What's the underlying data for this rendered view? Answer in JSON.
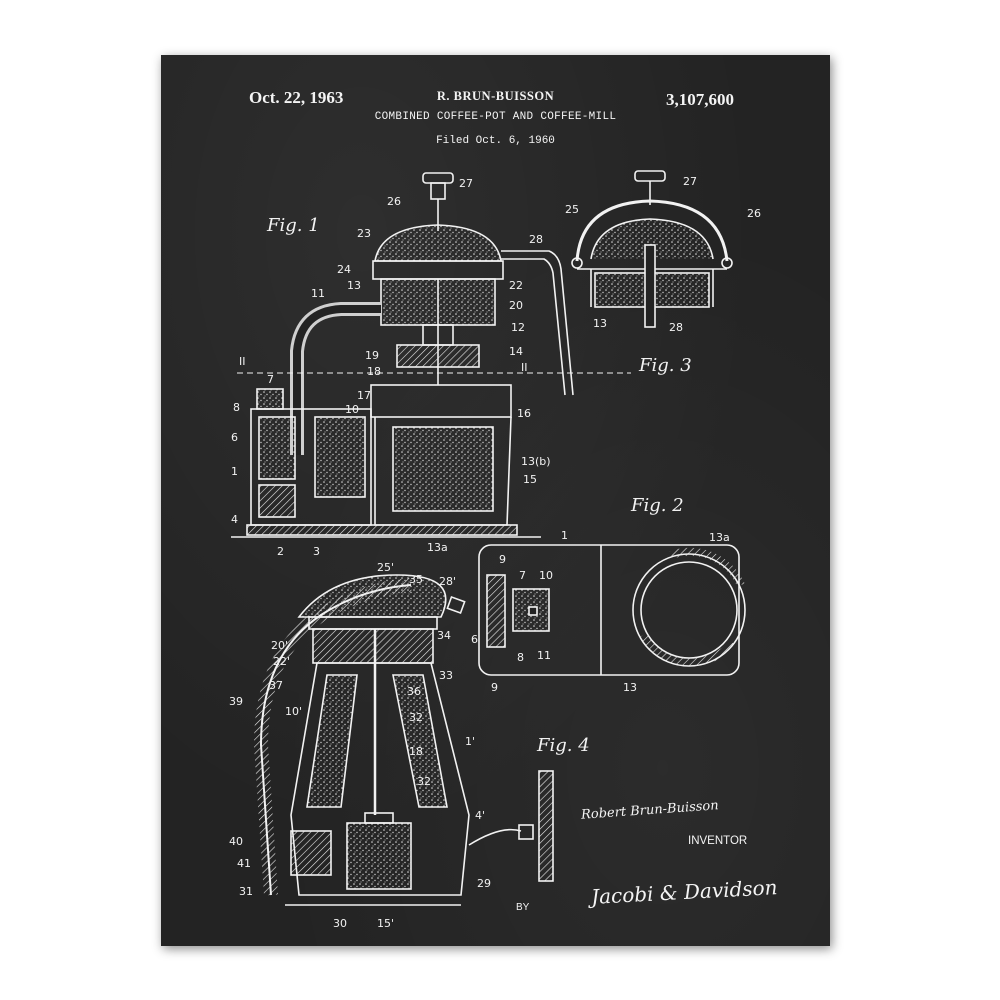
{
  "header": {
    "date": "Oct. 22, 1963",
    "inventor": "R. BRUN-BUISSON",
    "patent_number": "3,107,600",
    "title": "COMBINED COFFEE-POT AND COFFEE-MILL",
    "filed": "Filed Oct. 6, 1960"
  },
  "figures": {
    "fig1": "Fig. 1",
    "fig2": "Fig. 2",
    "fig3": "Fig. 3",
    "fig4": "Fig. 4"
  },
  "labels": {
    "fig1": [
      "27",
      "26",
      "23",
      "28",
      "24",
      "13",
      "22",
      "20",
      "11",
      "12",
      "14",
      "19",
      "18",
      "II",
      "7",
      "II",
      "8",
      "17",
      "10",
      "16",
      "6",
      "13(b)",
      "1",
      "15",
      "4",
      "2",
      "3",
      "13a"
    ],
    "fig3": [
      "27",
      "25",
      "26",
      "13",
      "28"
    ],
    "fig2": [
      "1",
      "13a",
      "9",
      "7",
      "10",
      "6",
      "11",
      "8",
      "9",
      "13"
    ],
    "fig4": [
      "25'",
      "35",
      "28'",
      "34",
      "20'",
      "22'",
      "33",
      "37",
      "36",
      "39",
      "10'",
      "32",
      "18",
      "1'",
      "32",
      "40",
      "4'",
      "41",
      "29",
      "31",
      "30",
      "15'"
    ]
  },
  "signature": {
    "inventor_name": "Robert Brun-Buisson",
    "inventor_caption": "INVENTOR",
    "by": "BY",
    "attorney": "Jacobi & Davidson"
  },
  "colors": {
    "board": "#232323",
    "chalk": "#f2f2f2"
  }
}
